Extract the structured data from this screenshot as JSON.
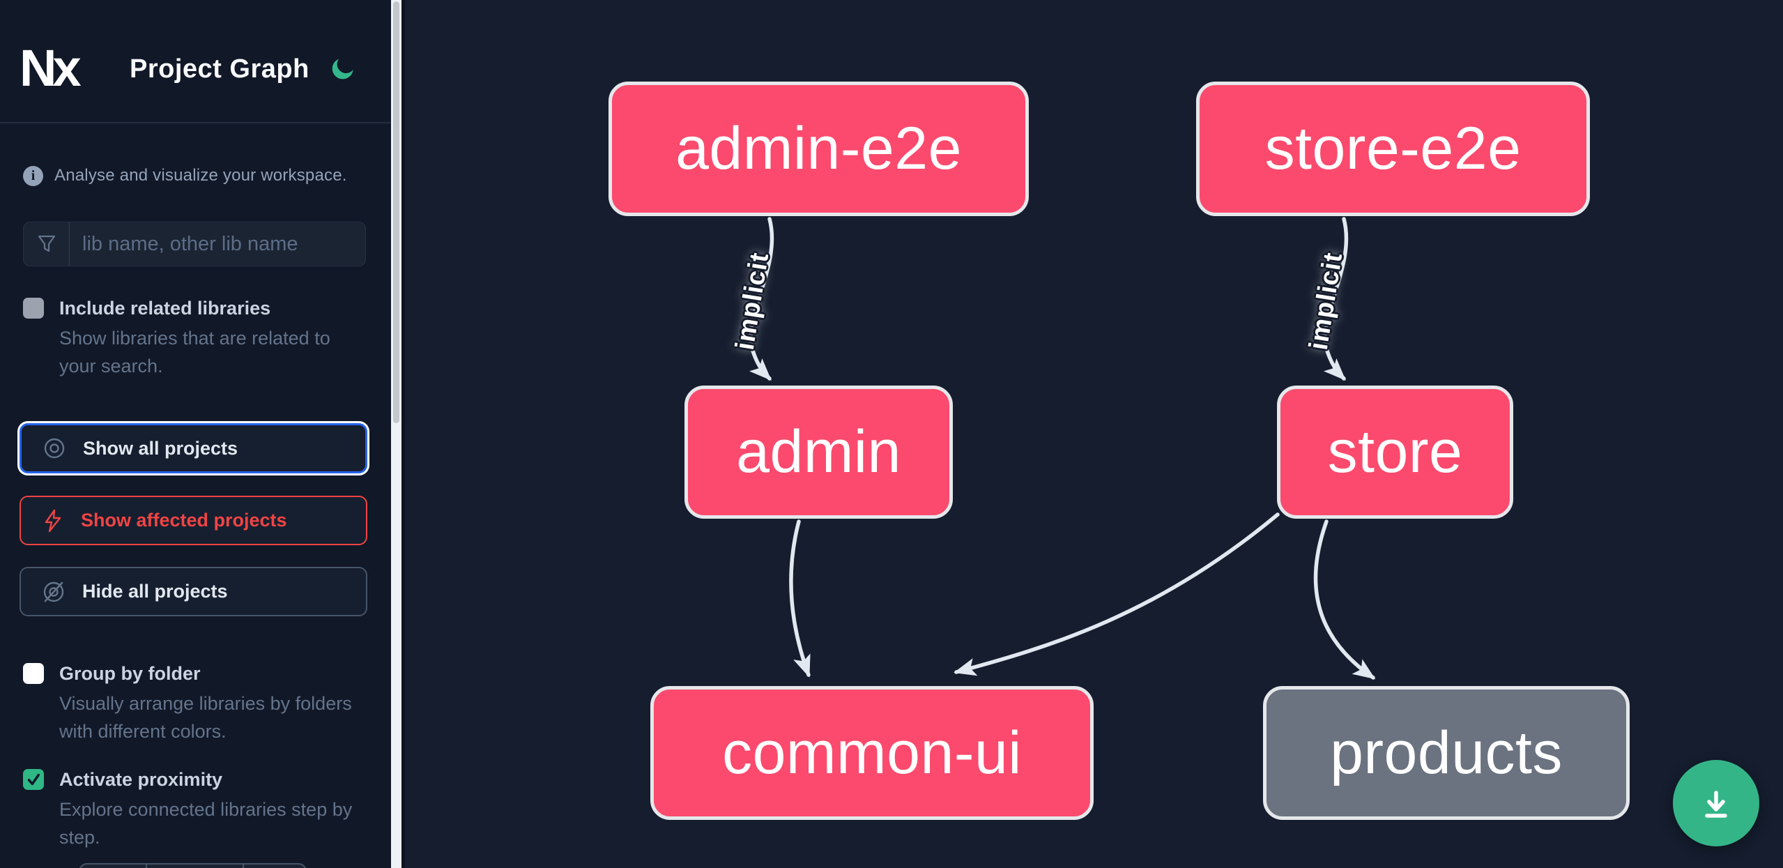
{
  "app": {
    "name": "Nx",
    "title": "Project Graph"
  },
  "intro": {
    "text": "Analyse and visualize your workspace."
  },
  "search": {
    "placeholder": "lib name, other lib name",
    "value": ""
  },
  "filters": {
    "include_related": {
      "label": "Include related libraries",
      "description": "Show libraries that are related to your search.",
      "checked": false
    },
    "group_by_folder": {
      "label": "Group by folder",
      "description": "Visually arrange libraries by folders with different colors.",
      "checked": false
    },
    "activate_proximity": {
      "label": "Activate proximity",
      "description": "Explore connected libraries step by step.",
      "checked": true
    }
  },
  "actions": {
    "show_all": {
      "label": "Show all projects",
      "icon": "eye-icon",
      "focused": true
    },
    "show_affected": {
      "label": "Show affected projects",
      "icon": "bolt-icon",
      "focused": false
    },
    "hide_all": {
      "label": "Hide all projects",
      "icon": "eye-off-icon",
      "focused": false
    }
  },
  "graph": {
    "nodes": [
      {
        "id": "admin-e2e",
        "label": "admin-e2e",
        "color": "pink"
      },
      {
        "id": "store-e2e",
        "label": "store-e2e",
        "color": "pink"
      },
      {
        "id": "admin",
        "label": "admin",
        "color": "pink"
      },
      {
        "id": "store",
        "label": "store",
        "color": "pink"
      },
      {
        "id": "common-ui",
        "label": "common-ui",
        "color": "pink"
      },
      {
        "id": "products",
        "label": "products",
        "color": "gray"
      }
    ],
    "edges": [
      {
        "from": "admin-e2e",
        "to": "admin",
        "label": "implicit"
      },
      {
        "from": "store-e2e",
        "to": "store",
        "label": "implicit"
      },
      {
        "from": "admin",
        "to": "common-ui",
        "label": ""
      },
      {
        "from": "store",
        "to": "common-ui",
        "label": ""
      },
      {
        "from": "store",
        "to": "products",
        "label": ""
      }
    ]
  },
  "colors": {
    "node_pink": "#fb4a6d",
    "node_gray": "#6b7280",
    "node_border": "#e5e7eb",
    "edge": "#e2e8f0",
    "accent_blue": "#2563eb",
    "accent_red": "#ef4444",
    "accent_green": "#34b588",
    "sidebar_bg": "#111827",
    "canvas_bg": "#151d2e"
  }
}
